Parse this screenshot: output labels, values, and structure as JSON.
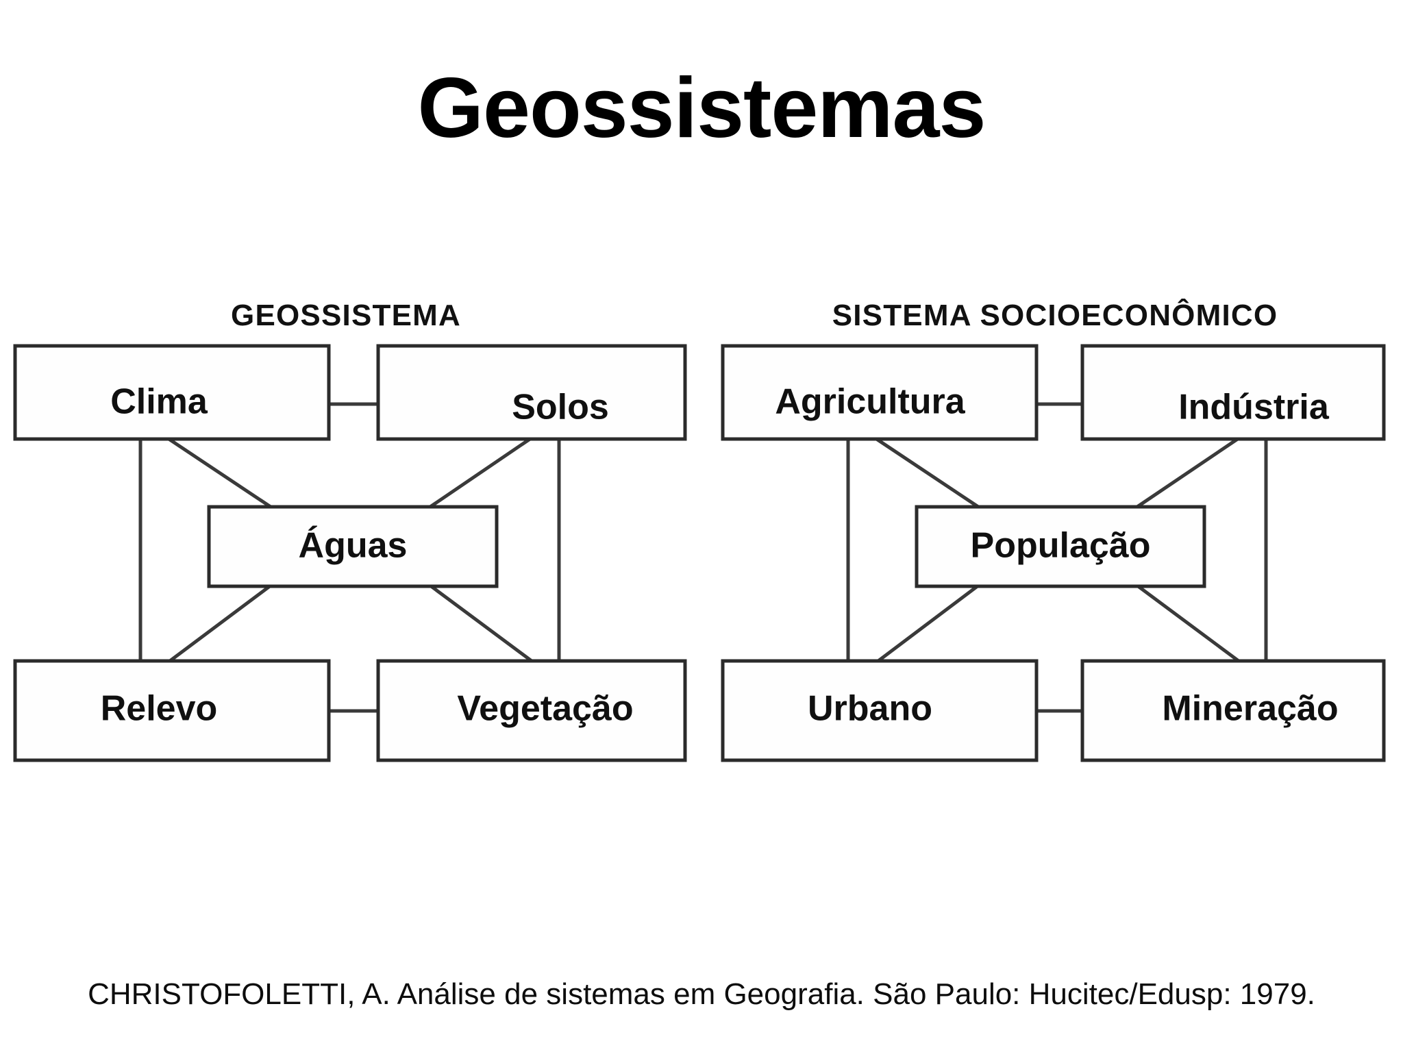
{
  "slide": {
    "title": "Geossistemas",
    "background_color": "#ffffff",
    "text_color": "#000000"
  },
  "figure": {
    "panels": [
      {
        "id": "geossistema",
        "heading": "GEOSSISTEMA",
        "nodes": {
          "top_left": "Clima",
          "top_right": "Solos",
          "center": "Águas",
          "bottom_left": "Relevo",
          "bottom_right": "Vegetação"
        }
      },
      {
        "id": "sistema-socioeconomico",
        "heading": "SISTEMA SOCIOECONÔMICO",
        "nodes": {
          "top_left": "Agricultura",
          "top_right": "Indústria",
          "center": "População",
          "bottom_left": "Urbano",
          "bottom_right": "Mineração"
        }
      }
    ],
    "edges": [
      "top_left--top_right",
      "top_left--center",
      "top_right--center",
      "top_left--bottom_left",
      "top_right--bottom_right",
      "center--bottom_left",
      "center--bottom_right",
      "bottom_left--bottom_right"
    ],
    "box_border_color": "#2b2b2b",
    "edge_color": "#3a3a3a"
  },
  "caption": {
    "source": "CHRISTOFOLETTI, A. Análise de sistemas em Geografia. São Paulo: Hucitec/Edusp: 1979."
  }
}
